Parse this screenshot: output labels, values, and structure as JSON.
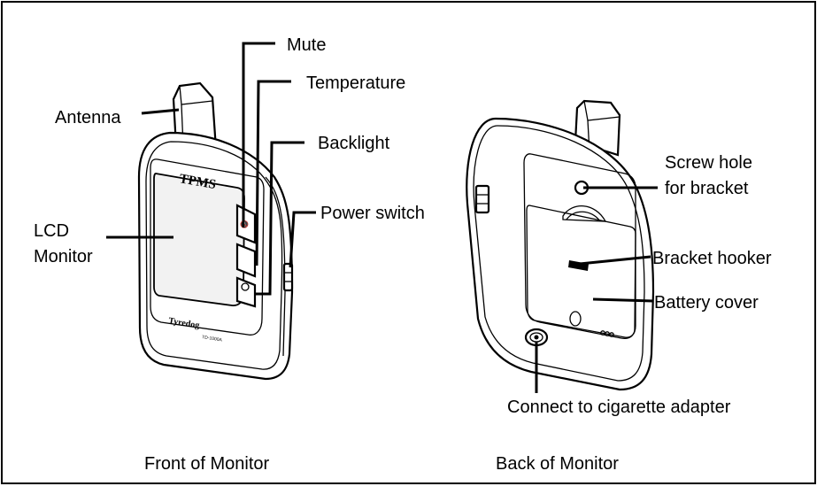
{
  "front": {
    "caption": "Front of Monitor",
    "brand_top": "TPMS",
    "brand_bottom": "Tyredog",
    "labels": {
      "antenna": "Antenna",
      "lcd_line1": "LCD",
      "lcd_line2": "Monitor",
      "mute": "Mute",
      "temperature": "Temperature",
      "backlight": "Backlight",
      "power_switch": "Power switch"
    }
  },
  "back": {
    "caption": "Back of Monitor",
    "labels": {
      "screw_line1": "Screw hole",
      "screw_line2": "for bracket",
      "bracket_hooker": "Bracket hooker",
      "battery_cover": "Battery cover",
      "cigarette": "Connect to cigarette adapter"
    }
  },
  "colors": {
    "line": "#000000",
    "background": "#ffffff",
    "lcd_fill": "#f2f2f2"
  }
}
